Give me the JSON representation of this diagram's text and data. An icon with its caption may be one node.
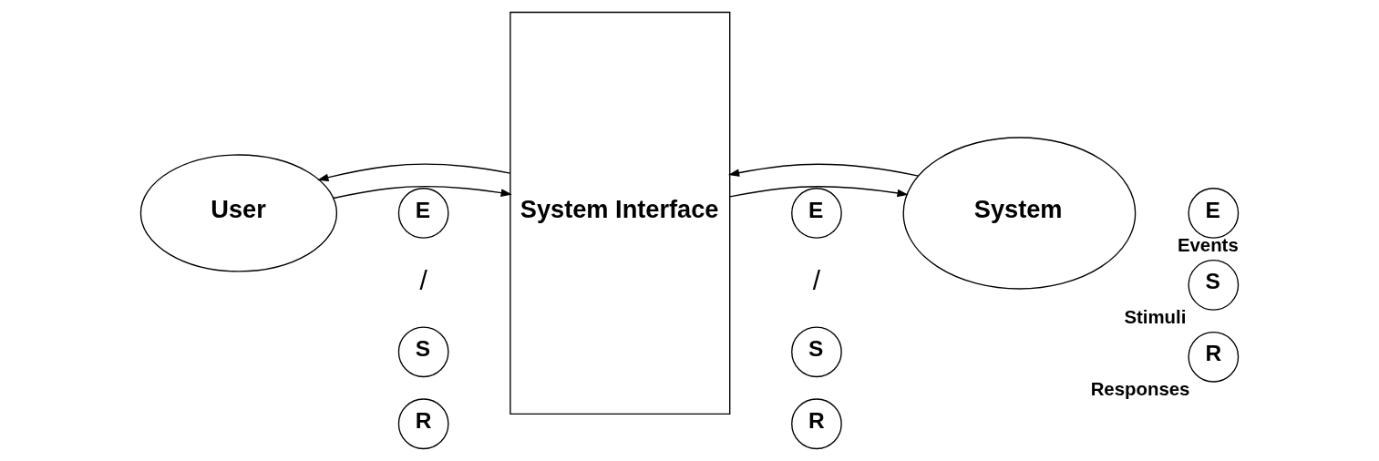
{
  "diagram": {
    "nodes": [
      {
        "text": [
          "User"
        ]
      },
      {
        "text": [
          "System Interface"
        ]
      },
      {
        "text": [
          "System"
        ]
      },
      {
        "text": [
          "E"
        ]
      },
      {
        "text": [
          "S"
        ]
      },
      {
        "text": [
          "R"
        ]
      },
      {
        "text": [
          "E"
        ]
      },
      {
        "text": [
          "S"
        ]
      },
      {
        "text": [
          "R"
        ]
      },
      {
        "text": [
          "E"
        ],
        "beside": [
          "Events"
        ]
      },
      {
        "text": [
          "S"
        ],
        "beside": [
          "Stimuli"
        ]
      },
      {
        "text": [
          "R"
        ],
        "beside": [
          "Responses"
        ]
      }
    ],
    "edges": [
      {
        "from": 0,
        "to": 1,
        "arrow": "to"
      },
      {
        "from": 1,
        "to": 0,
        "arrow": "to"
      },
      {
        "from": 1,
        "to": 2,
        "arrow": "to"
      },
      {
        "from": 2,
        "to": 1,
        "arrow": "to"
      }
    ],
    "labels": [
      "/",
      "/"
    ]
  }
}
